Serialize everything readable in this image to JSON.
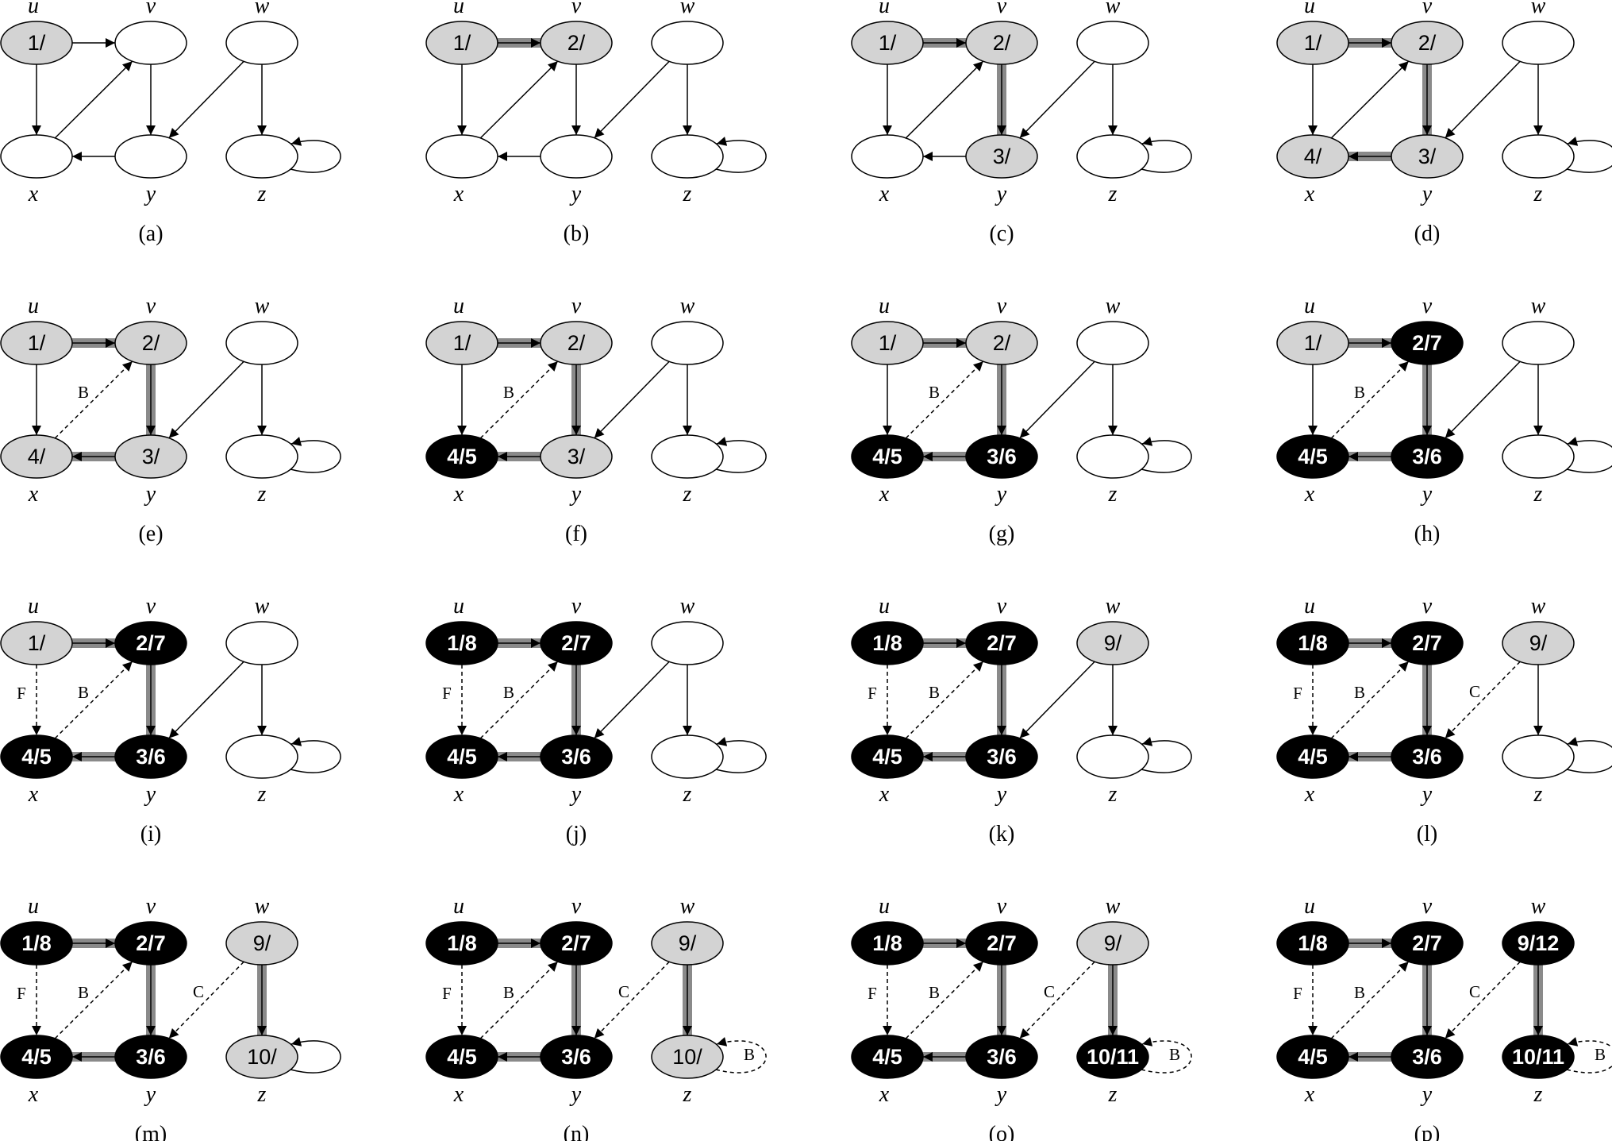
{
  "colors": {
    "white_vertex": "#ffffff",
    "gray_vertex": "#d3d3d3",
    "black_vertex": "#000000",
    "tree_edge": "#8a8a8a",
    "edge": "#000000"
  },
  "vertex_names": {
    "u": "u",
    "v": "v",
    "w": "w",
    "x": "x",
    "y": "y",
    "z": "z"
  },
  "edge_labels": {
    "B": "B",
    "F": "F",
    "C": "C"
  },
  "panels": [
    {
      "caption": "(a)",
      "vertices": {
        "u": {
          "label": "1/",
          "color": "gray"
        },
        "v": {
          "label": "",
          "color": "white"
        },
        "w": {
          "label": "",
          "color": "white"
        },
        "x": {
          "label": "",
          "color": "white"
        },
        "y": {
          "label": "",
          "color": "white"
        },
        "z": {
          "label": "",
          "color": "white"
        }
      },
      "edges": {
        "uv": "normal",
        "ux": "normal",
        "xv": "normal",
        "vy": "normal",
        "yx": "normal",
        "wy": "normal",
        "wz": "normal",
        "zz": "normal"
      }
    },
    {
      "caption": "(b)",
      "vertices": {
        "u": {
          "label": "1/",
          "color": "gray"
        },
        "v": {
          "label": "2/",
          "color": "gray"
        },
        "w": {
          "label": "",
          "color": "white"
        },
        "x": {
          "label": "",
          "color": "white"
        },
        "y": {
          "label": "",
          "color": "white"
        },
        "z": {
          "label": "",
          "color": "white"
        }
      },
      "edges": {
        "uv": "tree",
        "ux": "normal",
        "xv": "normal",
        "vy": "normal",
        "yx": "normal",
        "wy": "normal",
        "wz": "normal",
        "zz": "normal"
      }
    },
    {
      "caption": "(c)",
      "vertices": {
        "u": {
          "label": "1/",
          "color": "gray"
        },
        "v": {
          "label": "2/",
          "color": "gray"
        },
        "w": {
          "label": "",
          "color": "white"
        },
        "x": {
          "label": "",
          "color": "white"
        },
        "y": {
          "label": "3/",
          "color": "gray"
        },
        "z": {
          "label": "",
          "color": "white"
        }
      },
      "edges": {
        "uv": "tree",
        "ux": "normal",
        "xv": "normal",
        "vy": "tree",
        "yx": "normal",
        "wy": "normal",
        "wz": "normal",
        "zz": "normal"
      }
    },
    {
      "caption": "(d)",
      "vertices": {
        "u": {
          "label": "1/",
          "color": "gray"
        },
        "v": {
          "label": "2/",
          "color": "gray"
        },
        "w": {
          "label": "",
          "color": "white"
        },
        "x": {
          "label": "4/",
          "color": "gray"
        },
        "y": {
          "label": "3/",
          "color": "gray"
        },
        "z": {
          "label": "",
          "color": "white"
        }
      },
      "edges": {
        "uv": "tree",
        "ux": "normal",
        "xv": "normal",
        "vy": "tree",
        "yx": "tree",
        "wy": "normal",
        "wz": "normal",
        "zz": "normal"
      }
    },
    {
      "caption": "(e)",
      "vertices": {
        "u": {
          "label": "1/",
          "color": "gray"
        },
        "v": {
          "label": "2/",
          "color": "gray"
        },
        "w": {
          "label": "",
          "color": "white"
        },
        "x": {
          "label": "4/",
          "color": "gray"
        },
        "y": {
          "label": "3/",
          "color": "gray"
        },
        "z": {
          "label": "",
          "color": "white"
        }
      },
      "edges": {
        "uv": "tree",
        "ux": "normal",
        "xv": "B",
        "vy": "tree",
        "yx": "tree",
        "wy": "normal",
        "wz": "normal",
        "zz": "normal"
      }
    },
    {
      "caption": "(f)",
      "vertices": {
        "u": {
          "label": "1/",
          "color": "gray"
        },
        "v": {
          "label": "2/",
          "color": "gray"
        },
        "w": {
          "label": "",
          "color": "white"
        },
        "x": {
          "label": "4/5",
          "color": "black"
        },
        "y": {
          "label": "3/",
          "color": "gray"
        },
        "z": {
          "label": "",
          "color": "white"
        }
      },
      "edges": {
        "uv": "tree",
        "ux": "normal",
        "xv": "B",
        "vy": "tree",
        "yx": "tree",
        "wy": "normal",
        "wz": "normal",
        "zz": "normal"
      }
    },
    {
      "caption": "(g)",
      "vertices": {
        "u": {
          "label": "1/",
          "color": "gray"
        },
        "v": {
          "label": "2/",
          "color": "gray"
        },
        "w": {
          "label": "",
          "color": "white"
        },
        "x": {
          "label": "4/5",
          "color": "black"
        },
        "y": {
          "label": "3/6",
          "color": "black"
        },
        "z": {
          "label": "",
          "color": "white"
        }
      },
      "edges": {
        "uv": "tree",
        "ux": "normal",
        "xv": "B",
        "vy": "tree",
        "yx": "tree",
        "wy": "normal",
        "wz": "normal",
        "zz": "normal"
      }
    },
    {
      "caption": "(h)",
      "vertices": {
        "u": {
          "label": "1/",
          "color": "gray"
        },
        "v": {
          "label": "2/7",
          "color": "black"
        },
        "w": {
          "label": "",
          "color": "white"
        },
        "x": {
          "label": "4/5",
          "color": "black"
        },
        "y": {
          "label": "3/6",
          "color": "black"
        },
        "z": {
          "label": "",
          "color": "white"
        }
      },
      "edges": {
        "uv": "tree",
        "ux": "normal",
        "xv": "B",
        "vy": "tree",
        "yx": "tree",
        "wy": "normal",
        "wz": "normal",
        "zz": "normal"
      }
    },
    {
      "caption": "(i)",
      "vertices": {
        "u": {
          "label": "1/",
          "color": "gray"
        },
        "v": {
          "label": "2/7",
          "color": "black"
        },
        "w": {
          "label": "",
          "color": "white"
        },
        "x": {
          "label": "4/5",
          "color": "black"
        },
        "y": {
          "label": "3/6",
          "color": "black"
        },
        "z": {
          "label": "",
          "color": "white"
        }
      },
      "edges": {
        "uv": "tree",
        "ux": "F",
        "xv": "B",
        "vy": "tree",
        "yx": "tree",
        "wy": "normal",
        "wz": "normal",
        "zz": "normal"
      }
    },
    {
      "caption": "(j)",
      "vertices": {
        "u": {
          "label": "1/8",
          "color": "black"
        },
        "v": {
          "label": "2/7",
          "color": "black"
        },
        "w": {
          "label": "",
          "color": "white"
        },
        "x": {
          "label": "4/5",
          "color": "black"
        },
        "y": {
          "label": "3/6",
          "color": "black"
        },
        "z": {
          "label": "",
          "color": "white"
        }
      },
      "edges": {
        "uv": "tree",
        "ux": "F",
        "xv": "B",
        "vy": "tree",
        "yx": "tree",
        "wy": "normal",
        "wz": "normal",
        "zz": "normal"
      }
    },
    {
      "caption": "(k)",
      "vertices": {
        "u": {
          "label": "1/8",
          "color": "black"
        },
        "v": {
          "label": "2/7",
          "color": "black"
        },
        "w": {
          "label": "9/",
          "color": "gray"
        },
        "x": {
          "label": "4/5",
          "color": "black"
        },
        "y": {
          "label": "3/6",
          "color": "black"
        },
        "z": {
          "label": "",
          "color": "white"
        }
      },
      "edges": {
        "uv": "tree",
        "ux": "F",
        "xv": "B",
        "vy": "tree",
        "yx": "tree",
        "wy": "normal",
        "wz": "normal",
        "zz": "normal"
      }
    },
    {
      "caption": "(l)",
      "vertices": {
        "u": {
          "label": "1/8",
          "color": "black"
        },
        "v": {
          "label": "2/7",
          "color": "black"
        },
        "w": {
          "label": "9/",
          "color": "gray"
        },
        "x": {
          "label": "4/5",
          "color": "black"
        },
        "y": {
          "label": "3/6",
          "color": "black"
        },
        "z": {
          "label": "",
          "color": "white"
        }
      },
      "edges": {
        "uv": "tree",
        "ux": "F",
        "xv": "B",
        "vy": "tree",
        "yx": "tree",
        "wy": "C",
        "wz": "normal",
        "zz": "normal"
      }
    },
    {
      "caption": "(m)",
      "vertices": {
        "u": {
          "label": "1/8",
          "color": "black"
        },
        "v": {
          "label": "2/7",
          "color": "black"
        },
        "w": {
          "label": "9/",
          "color": "gray"
        },
        "x": {
          "label": "4/5",
          "color": "black"
        },
        "y": {
          "label": "3/6",
          "color": "black"
        },
        "z": {
          "label": "10/",
          "color": "gray"
        }
      },
      "edges": {
        "uv": "tree",
        "ux": "F",
        "xv": "B",
        "vy": "tree",
        "yx": "tree",
        "wy": "C",
        "wz": "tree",
        "zz": "normal"
      }
    },
    {
      "caption": "(n)",
      "vertices": {
        "u": {
          "label": "1/8",
          "color": "black"
        },
        "v": {
          "label": "2/7",
          "color": "black"
        },
        "w": {
          "label": "9/",
          "color": "gray"
        },
        "x": {
          "label": "4/5",
          "color": "black"
        },
        "y": {
          "label": "3/6",
          "color": "black"
        },
        "z": {
          "label": "10/",
          "color": "gray"
        }
      },
      "edges": {
        "uv": "tree",
        "ux": "F",
        "xv": "B",
        "vy": "tree",
        "yx": "tree",
        "wy": "C",
        "wz": "tree",
        "zz": "B"
      }
    },
    {
      "caption": "(o)",
      "vertices": {
        "u": {
          "label": "1/8",
          "color": "black"
        },
        "v": {
          "label": "2/7",
          "color": "black"
        },
        "w": {
          "label": "9/",
          "color": "gray"
        },
        "x": {
          "label": "4/5",
          "color": "black"
        },
        "y": {
          "label": "3/6",
          "color": "black"
        },
        "z": {
          "label": "10/11",
          "color": "black"
        }
      },
      "edges": {
        "uv": "tree",
        "ux": "F",
        "xv": "B",
        "vy": "tree",
        "yx": "tree",
        "wy": "C",
        "wz": "tree",
        "zz": "B"
      }
    },
    {
      "caption": "(p)",
      "vertices": {
        "u": {
          "label": "1/8",
          "color": "black"
        },
        "v": {
          "label": "2/7",
          "color": "black"
        },
        "w": {
          "label": "9/12",
          "color": "black"
        },
        "x": {
          "label": "4/5",
          "color": "black"
        },
        "y": {
          "label": "3/6",
          "color": "black"
        },
        "z": {
          "label": "10/11",
          "color": "black"
        }
      },
      "edges": {
        "uv": "tree",
        "ux": "F",
        "xv": "B",
        "vy": "tree",
        "yx": "tree",
        "wy": "C",
        "wz": "tree",
        "zz": "B"
      }
    }
  ]
}
